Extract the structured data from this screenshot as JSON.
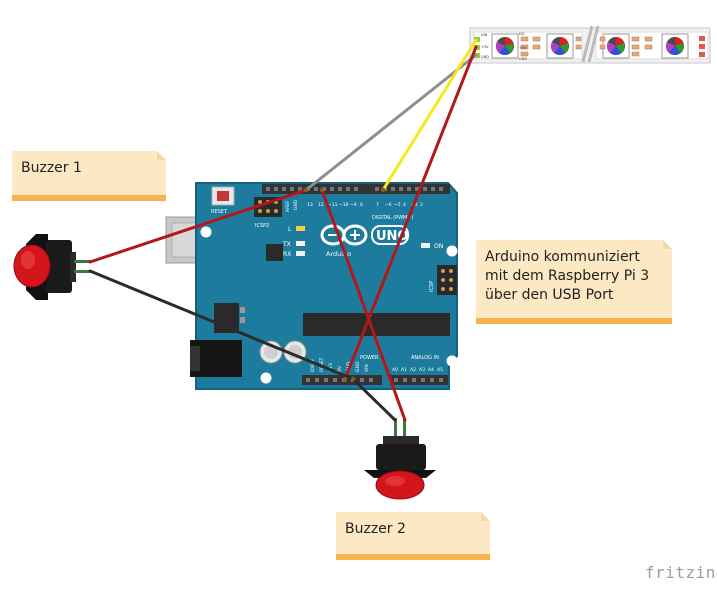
{
  "notes": {
    "buzzer1": "Buzzer 1",
    "buzzer2": "Buzzer 2",
    "arduino_lines": [
      "Arduino kommuniziert",
      "mit dem Raspberry Pi 3",
      "über den USB Port"
    ]
  },
  "board": {
    "reset_label": "RESET",
    "icsp2_label": "ICSP2",
    "icsp_label": "ICSP",
    "led_label": "L",
    "tx_label": "TX",
    "rx_label": "RX",
    "on_label": "ON",
    "uno_label": "UNO",
    "brand_label": "Arduino",
    "digital_label": "DIGITAL (PWM~)",
    "power_label": "POWER",
    "analog_label": "ANALOG IN",
    "aref_label": "AREF",
    "gnd_label": "GND",
    "top_pin_labels": [
      "13",
      "12",
      "~11",
      "~10",
      "~9",
      "8",
      "7",
      "~6",
      "~5",
      "4",
      "~3",
      "2",
      "TX 1",
      "RX 0"
    ],
    "power_pin_labels": [
      "IOREF",
      "RESET",
      "3V3",
      "5V",
      "GND",
      "GND",
      "VIN"
    ],
    "analog_pin_labels": [
      "A0",
      "A1",
      "A2",
      "A3",
      "A4",
      "A5"
    ]
  },
  "strip": {
    "pin_labels": [
      "DIN",
      "+5V",
      "GND",
      "DO",
      "+5V",
      "GND"
    ]
  },
  "colors": {
    "board": "#1d7c9e",
    "board_edge": "#15627e",
    "header": "#333333",
    "wire_red": "#b3161b",
    "wire_black": "#2b2b2b",
    "wire_gray": "#8e8e8e",
    "wire_yellow": "#f3ea1c",
    "button_red": "#d4151b",
    "note_bg": "#fde8c4",
    "note_shadow": "#f7b34f"
  },
  "watermark": "fritzing"
}
